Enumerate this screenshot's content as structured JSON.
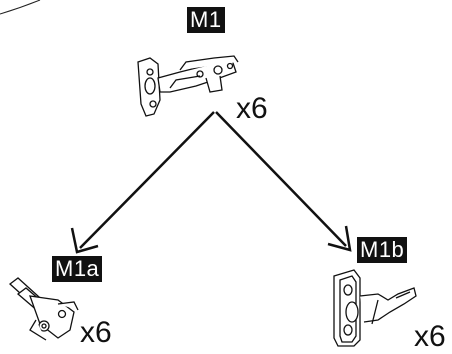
{
  "parts": {
    "main": {
      "label": "M1",
      "quantity": "x6",
      "icon": "concealed-hinge-icon"
    },
    "variant_a": {
      "label": "M1a",
      "quantity": "x6",
      "icon": "hinge-plate-icon"
    },
    "variant_b": {
      "label": "M1b",
      "quantity": "x6",
      "icon": "hinge-side-view-icon"
    }
  },
  "colors": {
    "ink": "#111111",
    "label_bg": "#111111",
    "label_text": "#ffffff"
  }
}
